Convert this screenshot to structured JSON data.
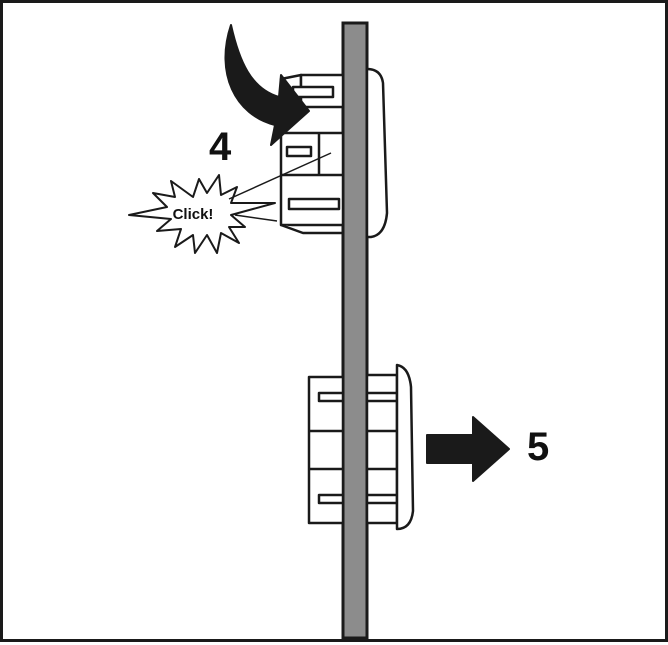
{
  "labels": {
    "step_four": "4",
    "step_five": "5",
    "sound_effect": "Click!"
  },
  "colors": {
    "outline": "#1a1a1a",
    "rail": "#8c8c8c",
    "arrow": "#1a1a1a",
    "background": "#ffffff"
  }
}
